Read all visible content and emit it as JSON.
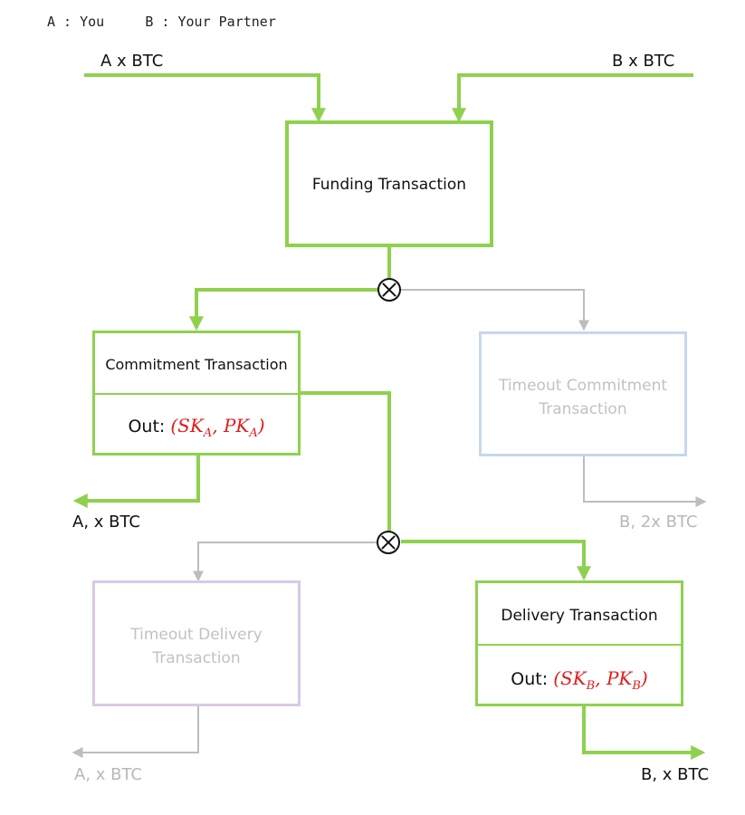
{
  "legend": {
    "a": "A : You",
    "b": "B : Your Partner"
  },
  "inputs": {
    "a": "A x BTC",
    "b": "B x BTC"
  },
  "funding": {
    "title": "Funding Transaction"
  },
  "commitment": {
    "title": "Commitment Transaction",
    "out_label": "Out:",
    "key1": "SK",
    "key1_sub": "A",
    "key2": "PK",
    "key2_sub": "A"
  },
  "timeout_commitment": {
    "title_line1": "Timeout Commitment",
    "title_line2": "Transaction"
  },
  "timeout_delivery": {
    "title_line1": "Timeout Delivery",
    "title_line2": "Transaction"
  },
  "delivery": {
    "title": "Delivery Transaction",
    "out_label": "Out:",
    "key1": "SK",
    "key1_sub": "B",
    "key2": "PK",
    "key2_sub": "B"
  },
  "outputs": {
    "commitment_a": "A, x BTC",
    "timeout_commitment_b": "B, 2x BTC",
    "timeout_delivery_a": "A, x BTC",
    "delivery_b": "B, x BTC"
  },
  "colors": {
    "active": "#8fd14f",
    "inactive": "#bdbdbd",
    "blue_box": "#c6d7ee",
    "purple_box": "#d9c9e6",
    "key": "#e01c1c"
  }
}
